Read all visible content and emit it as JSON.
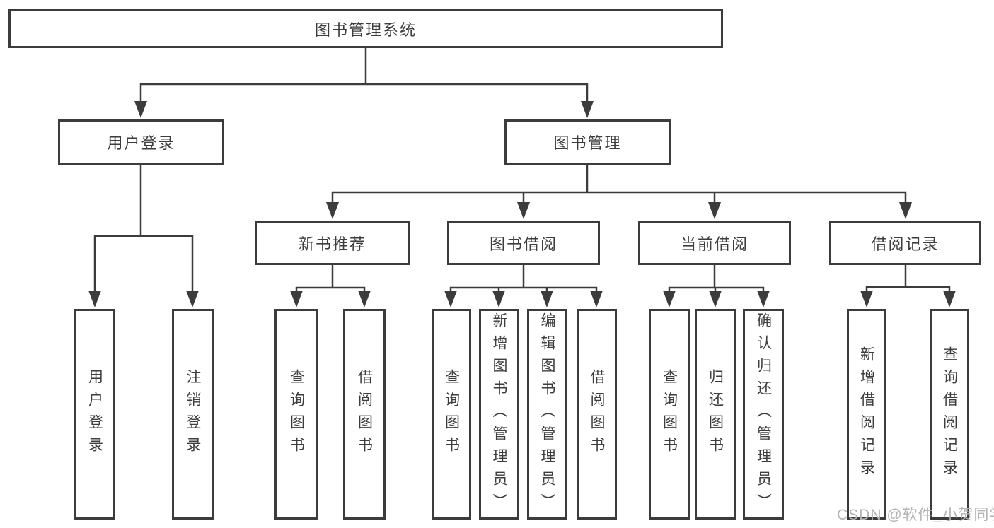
{
  "diagram": {
    "root": {
      "label": "图书管理系统"
    },
    "level2": {
      "user_login": {
        "label": "用户登录"
      },
      "book_mgmt": {
        "label": "图书管理"
      }
    },
    "level3": {
      "new_book_rec": {
        "label": "新书推荐"
      },
      "book_borrow": {
        "label": "图书借阅"
      },
      "current_borrow": {
        "label": "当前借阅"
      },
      "borrow_records": {
        "label": "借阅记录"
      }
    },
    "leaves": {
      "ul_login": {
        "label": "用户登录"
      },
      "ul_logout": {
        "label": "注销登录"
      },
      "nr_query": {
        "label": "查询图书"
      },
      "nr_borrow": {
        "label": "借阅图书"
      },
      "bb_query": {
        "label": "查询图书"
      },
      "bb_add": {
        "label": "新增图书（管理员）"
      },
      "bb_edit": {
        "label": "编辑图书（管理员）"
      },
      "bb_borrow": {
        "label": "借阅图书"
      },
      "cb_query": {
        "label": "查询图书"
      },
      "cb_return": {
        "label": "归还图书"
      },
      "cb_confirm": {
        "label": "确认归还（管理员）"
      },
      "br_add": {
        "label": "新增借阅记录"
      },
      "br_query": {
        "label": "查询借阅记录"
      }
    }
  },
  "watermark": {
    "text": "CSDN @软件_小贺同学"
  },
  "colors": {
    "line": "#3c3c3c",
    "text": "#3d3d3d",
    "watermark": "#b3b3b3",
    "background": "#ffffff"
  }
}
